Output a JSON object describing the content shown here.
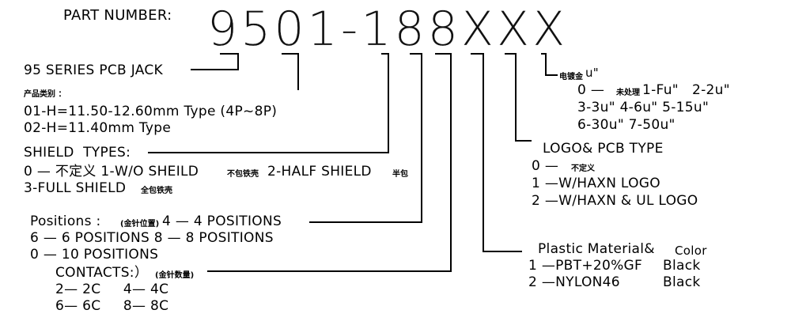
{
  "header": {
    "part_number_label": "PART NUMBER:",
    "part_number": "9501-188XXX"
  },
  "series": {
    "label": "95 SERIES PCB JACK"
  },
  "product_type": {
    "title": "产品类别 ：",
    "line1": "01-H=11.50-12.60mm Type (4P~8P)",
    "line2": "02-H=11.40mm Type"
  },
  "shield_types": {
    "title": "SHIELD  TYPES:",
    "line1_a": "0 — 不定义 1-W/O SHEILD",
    "line1_b": "不包铁壳",
    "line1_c": "2-HALF SHIELD",
    "line1_d": "半包",
    "line2_a": "3-FULL SHIELD",
    "line2_b": "全包铁壳"
  },
  "positions": {
    "line1_a": "Positions :",
    "line1_b": "(金针位置)",
    "line1_c": "4 — 4 POSITIONS",
    "line2": "6 — 6 POSITIONS 8 — 8 POSITIONS",
    "line3": "0 — 10 POSITIONS"
  },
  "contacts": {
    "title_a": "CONTACTS:）",
    "title_b": "(金针数量)",
    "row1": "2— 2C     4— 4C",
    "row2": "6— 6C     8— 8C"
  },
  "plating": {
    "title_a": "电镀金",
    "title_b": "u\"",
    "line1_a": "0 —",
    "line1_b": "未处理",
    "line1_c": "1-Fu\"   2-2u\"",
    "line2": "3-3u\" 4-6u\" 5-15u\"",
    "line3": "6-30u\" 7-50u\""
  },
  "logo_pcb": {
    "title": "LOGO& PCB TYPE",
    "line1_a": "0 —",
    "line1_b": "不定义",
    "line2": "1 —W/HAXN LOGO",
    "line3": "2 —W/HAXN & UL LOGO"
  },
  "plastic": {
    "title_a": "Plastic Material&",
    "title_b": "Color",
    "line1_a": "1 —PBT+20%GF",
    "line1_b": "Black",
    "line2_a": "2 —NYLON46",
    "line2_b": "Black"
  }
}
